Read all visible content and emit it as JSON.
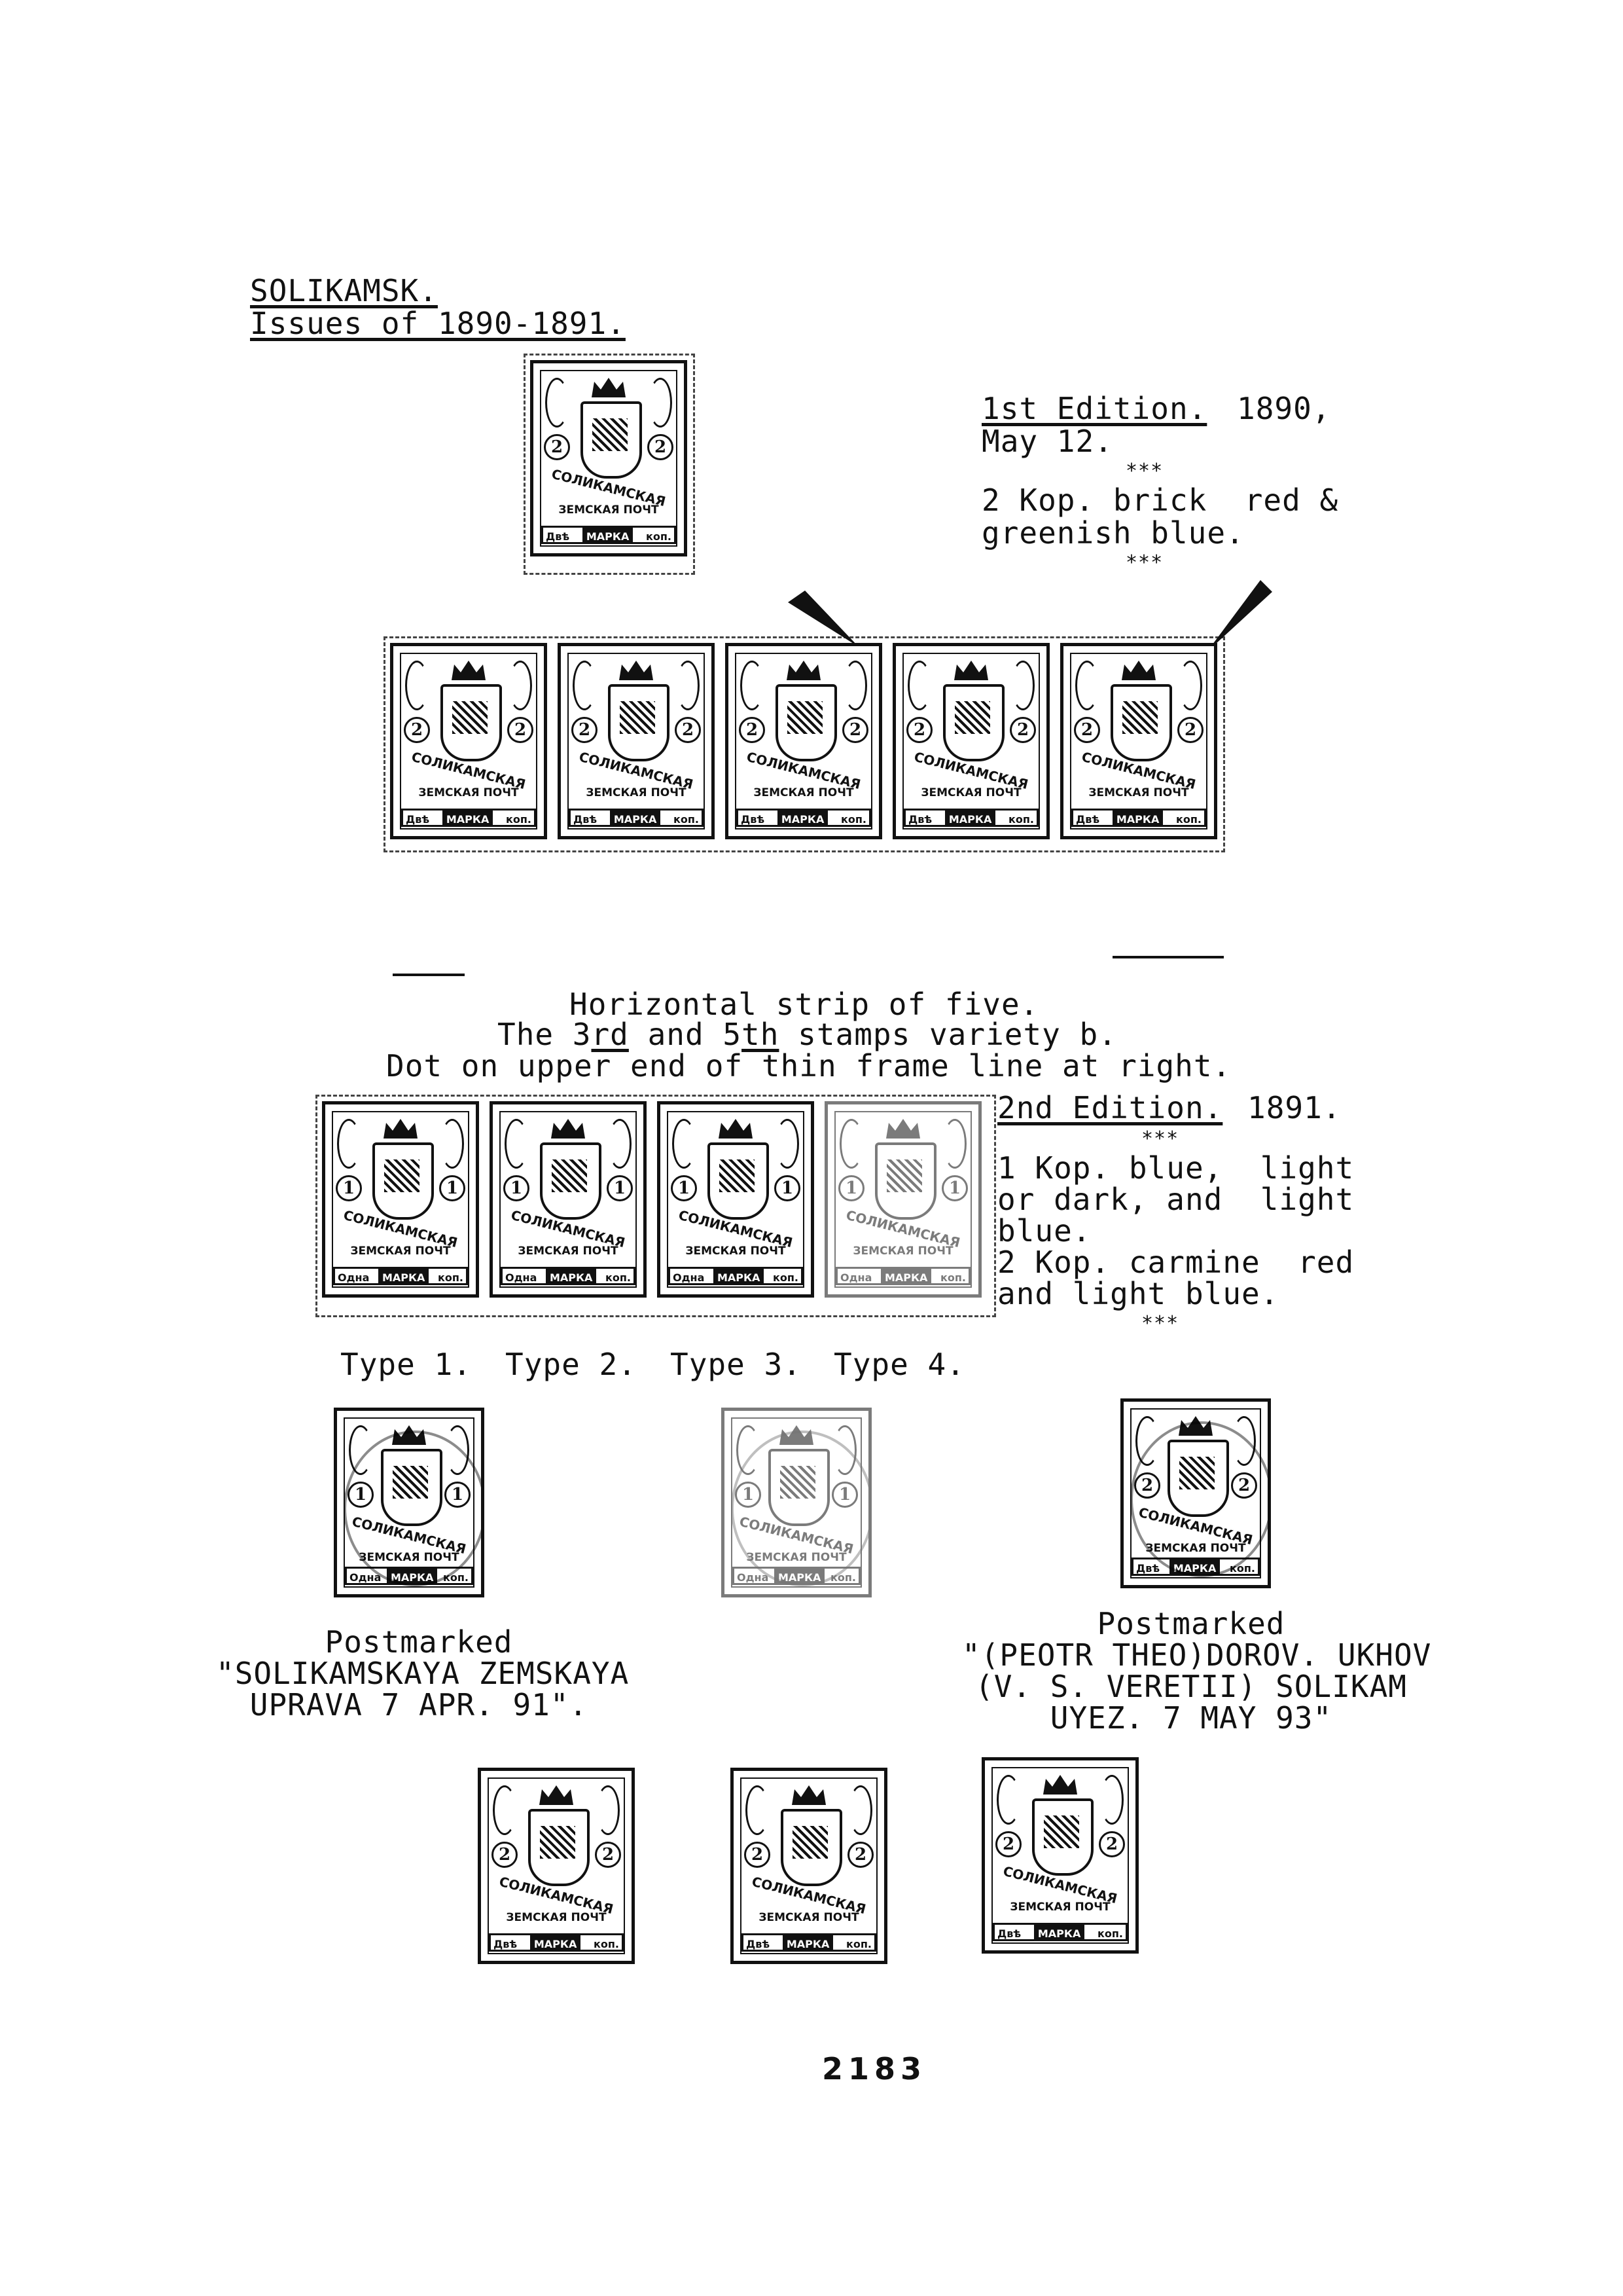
{
  "header": {
    "title": "SOLIKAMSK.",
    "subtitle": "Issues of 1890-1891."
  },
  "first_edition": {
    "heading": "1st Edition.",
    "year": "1890,",
    "date": "May 12.",
    "sep1": "***",
    "desc_line1": "2 Kop. brick  red &",
    "desc_line2": "greenish blue.",
    "sep2": "***"
  },
  "strip_caption": {
    "line1": "Horizontal strip of five.",
    "line2_pre": "The 3",
    "line2_rd": "rd",
    "line2_mid": " and 5",
    "line2_th": "th",
    "line2_post": " stamps variety b.",
    "line3": "Dot on upper end of thin frame line at right."
  },
  "second_edition": {
    "heading": "2nd Edition.",
    "year": "1891.",
    "sep1": "***",
    "line1": "1 Kop. blue,  light",
    "line2": "or dark, and  light",
    "line3": "blue.",
    "line4": "2 Kop. carmine  red",
    "line5": "and light blue.",
    "sep2": "***"
  },
  "types": [
    "Type 1.",
    "Type 2.",
    "Type 3.",
    "Type 4."
  ],
  "postmark_left": {
    "line1": "Postmarked",
    "line2": "\"SOLIKAMSKAYA ZEMSKAYA",
    "line3": "UPRAVA 7 APR. 91\"."
  },
  "postmark_right": {
    "line1": "Postmarked",
    "line2": "\"(PEOTR THEO)DOROV. UKHOV",
    "line3": "(V. S. VERETII) SOLIKAM",
    "line4": "UYEZ. 7 MAY 93\""
  },
  "stamp_text": {
    "town": "СОЛИКАМСКАЯ",
    "zemstvo": "ЗЕМСКАЯ ПОЧТ",
    "two_left": "Двѣ",
    "one_left": "Одна",
    "marka": "МАРКА",
    "kop": "коп.",
    "value_2": "2",
    "value_1": "1"
  },
  "page_number": "2183"
}
